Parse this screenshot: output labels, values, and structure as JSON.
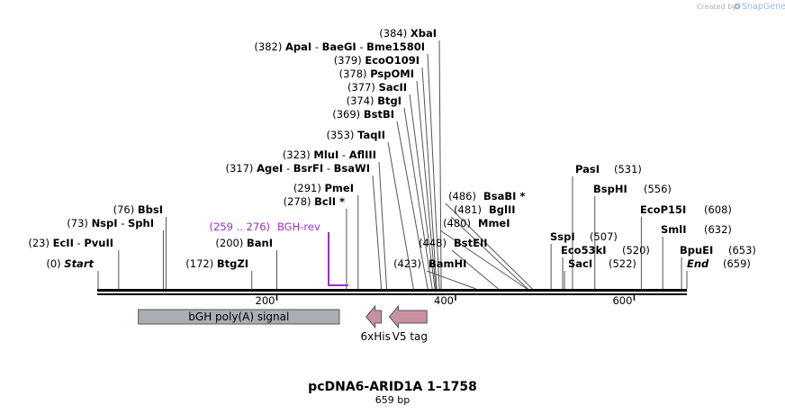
{
  "brand": {
    "created_by": "Created by",
    "name": "SnapGene"
  },
  "title": "pcDNA6-ARID1A 1–1758",
  "subtitle": "659 bp",
  "sequence_length": 659,
  "ruler_ticks": [
    {
      "pos": 200,
      "label": "200"
    },
    {
      "pos": 400,
      "label": "400"
    },
    {
      "pos": 600,
      "label": "600"
    }
  ],
  "sites_left": [
    {
      "pos": 0,
      "pos_label": "(0)",
      "name": "Start",
      "italic": true,
      "row": 0
    },
    {
      "pos": 23,
      "pos_label": "(23)",
      "name": "EcII",
      "italic": false,
      "row": 1,
      "extra": "PvuII"
    },
    {
      "pos": 73,
      "pos_label": "(73)",
      "name": "NspI",
      "italic": false,
      "row": 2,
      "extra": "SphI"
    },
    {
      "pos": 76,
      "pos_label": "(76)",
      "name": "BbsI",
      "italic": false,
      "row": 3
    },
    {
      "pos": 172,
      "pos_label": "(172)",
      "name": "BtgZI",
      "italic": false,
      "row": 0
    },
    {
      "pos": 200,
      "pos_label": "(200)",
      "name": "BanI",
      "italic": false,
      "row": 1
    },
    {
      "pos": 278,
      "pos_label": "(278)",
      "name": "BclI *",
      "italic": false,
      "row": 4
    },
    {
      "pos": 291,
      "pos_label": "(291)",
      "name": "PmeI",
      "italic": false,
      "row": 5
    },
    {
      "pos": 317,
      "pos_label": "(317)",
      "name": "AgeI",
      "italic": false,
      "row": 6,
      "extra": "BsrFI",
      "extra2": "BsaWI"
    },
    {
      "pos": 323,
      "pos_label": "(323)",
      "name": "MluI",
      "italic": false,
      "row": 7,
      "extra": "AflIII"
    },
    {
      "pos": 353,
      "pos_label": "(353)",
      "name": "TaqII",
      "italic": false,
      "row": 8
    },
    {
      "pos": 369,
      "pos_label": "(369)",
      "name": "BstBI",
      "italic": false,
      "row": 9
    },
    {
      "pos": 374,
      "pos_label": "(374)",
      "name": "BtgI",
      "italic": false,
      "row": 10
    },
    {
      "pos": 377,
      "pos_label": "(377)",
      "name": "SacII",
      "italic": false,
      "row": 11
    },
    {
      "pos": 378,
      "pos_label": "(378)",
      "name": "PspOMI",
      "italic": false,
      "row": 12
    },
    {
      "pos": 379,
      "pos_label": "(379)",
      "name": "EcoO109I",
      "italic": false,
      "row": 13
    },
    {
      "pos": 382,
      "pos_label": "(382)",
      "name": "ApaI",
      "italic": false,
      "row": 14,
      "extra": "BaeGI",
      "extra2": "Bme1580I"
    },
    {
      "pos": 384,
      "pos_label": "(384)",
      "name": "XbaI",
      "italic": false,
      "row": 15
    }
  ],
  "sites_right": [
    {
      "pos": 423,
      "pos_label": "(423)",
      "name": "BamHI",
      "italic": false
    },
    {
      "pos": 448,
      "pos_label": "(448)",
      "name": "BstEII",
      "italic": false
    },
    {
      "pos": 480,
      "pos_label": "(480)",
      "name": "MmeI",
      "italic": false
    },
    {
      "pos": 481,
      "pos_label": "(481)",
      "name": "BglII",
      "italic": false
    },
    {
      "pos": 486,
      "pos_label": "(486)",
      "name": "BsaBI *",
      "italic": false
    },
    {
      "pos": 507,
      "pos_label": "(507)",
      "name": "SspI",
      "italic": false
    },
    {
      "pos": 520,
      "pos_label": "(520)",
      "name": "Eco53kI",
      "italic": false
    },
    {
      "pos": 522,
      "pos_label": "(522)",
      "name": "SacI",
      "italic": false
    },
    {
      "pos": 531,
      "pos_label": "(531)",
      "name": "PasI",
      "italic": false
    },
    {
      "pos": 556,
      "pos_label": "(556)",
      "name": "BspHI",
      "italic": false
    },
    {
      "pos": 608,
      "pos_label": "(608)",
      "name": "EcoP15I",
      "italic": false
    },
    {
      "pos": 632,
      "pos_label": "(632)",
      "name": "SmlI",
      "italic": false
    },
    {
      "pos": 653,
      "pos_label": "(653)",
      "name": "BpuEI",
      "italic": false
    },
    {
      "pos": 659,
      "pos_label": "(659)",
      "name": "End",
      "italic": true
    }
  ],
  "primer": {
    "range_label": "(259 .. 276)",
    "name": "BGH-rev",
    "start": 259,
    "end": 276
  },
  "features": [
    {
      "name": "bGH poly(A) signal",
      "start": 45,
      "end": 270,
      "type": "box",
      "color": "#a8aeb4"
    },
    {
      "name": "6xHis",
      "start": 300,
      "end": 317,
      "type": "arrow-left",
      "color": "#c9919f"
    },
    {
      "name": "V5 tag",
      "start": 326,
      "end": 368,
      "type": "arrow-left",
      "color": "#c9919f"
    }
  ],
  "colors": {
    "backbone": "#000000",
    "site_line": "#555555",
    "primer": "#9b30c8"
  }
}
